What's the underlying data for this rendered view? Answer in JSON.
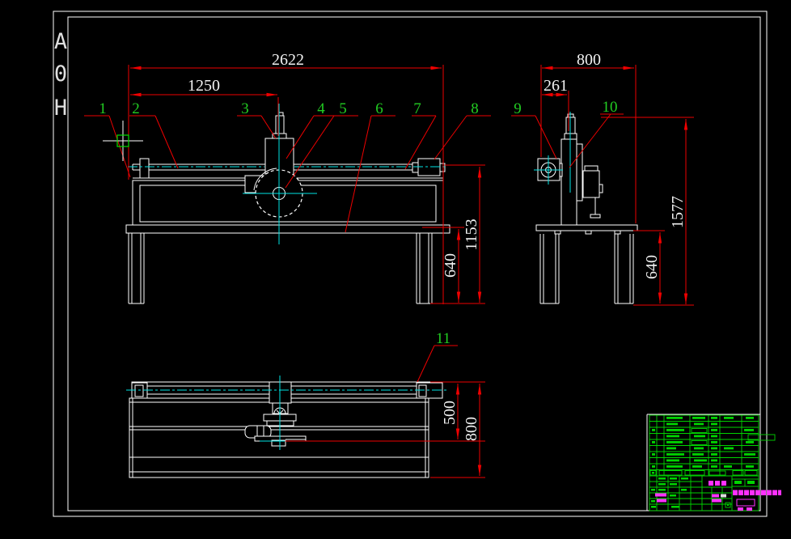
{
  "sheet": {
    "size_char_1": "A",
    "size_char_2": "0",
    "size_char_3": "H"
  },
  "front_view": {
    "dims": {
      "overall_width": "2622",
      "blade_center": "1250",
      "overall_height": "1153",
      "leg_height": "640"
    },
    "callouts": {
      "c1": "1",
      "c2": "2",
      "c3": "3",
      "c4": "4",
      "c5": "5",
      "c6": "6",
      "c7": "7",
      "c8": "8"
    }
  },
  "side_view": {
    "dims": {
      "overall_depth": "800",
      "column_offset": "261",
      "overall_height": "1577",
      "leg_height": "640"
    },
    "callouts": {
      "c9": "9",
      "c10": "10"
    }
  },
  "top_view": {
    "dims": {
      "carriage_center": "500",
      "table_depth": "800"
    },
    "callouts": {
      "c11": "11"
    }
  },
  "colors": {
    "background": "#000000",
    "geometry": "#ffffff",
    "dimension": "#ee0000",
    "callout_green": "#22cc22",
    "centerline_cyan": "#00e5e5",
    "titleblock_green": "#00d400",
    "titleblock_magenta": "#ff30ff"
  }
}
